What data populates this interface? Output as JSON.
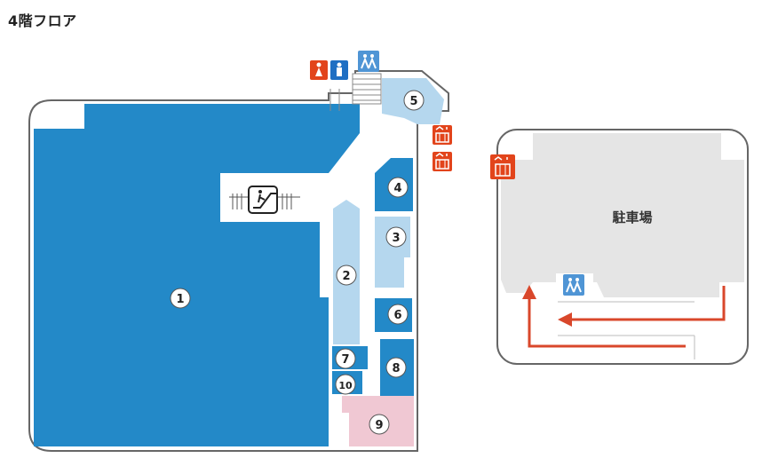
{
  "title": "4階フロア",
  "parking": {
    "label": "駐車場"
  },
  "areas": [
    {
      "id": "1",
      "label": "1"
    },
    {
      "id": "2",
      "label": "2"
    },
    {
      "id": "3",
      "label": "3"
    },
    {
      "id": "4",
      "label": "4"
    },
    {
      "id": "5",
      "label": "5"
    },
    {
      "id": "6",
      "label": "6"
    },
    {
      "id": "7",
      "label": "7"
    },
    {
      "id": "8",
      "label": "8"
    },
    {
      "id": "9",
      "label": "9"
    },
    {
      "id": "10",
      "label": "10"
    }
  ],
  "colors": {
    "store": "#2389c8",
    "light_store": "#b5d7ee",
    "pink": "#f0c8d3",
    "parking": "#e5e5e5",
    "outline": "#666666",
    "orange": "#e2441b",
    "arrow": "#d9472b"
  },
  "icons": [
    "escalator-icon",
    "elevator-icon",
    "stairs-icon",
    "mens-restroom-icon",
    "womens-restroom-icon"
  ]
}
